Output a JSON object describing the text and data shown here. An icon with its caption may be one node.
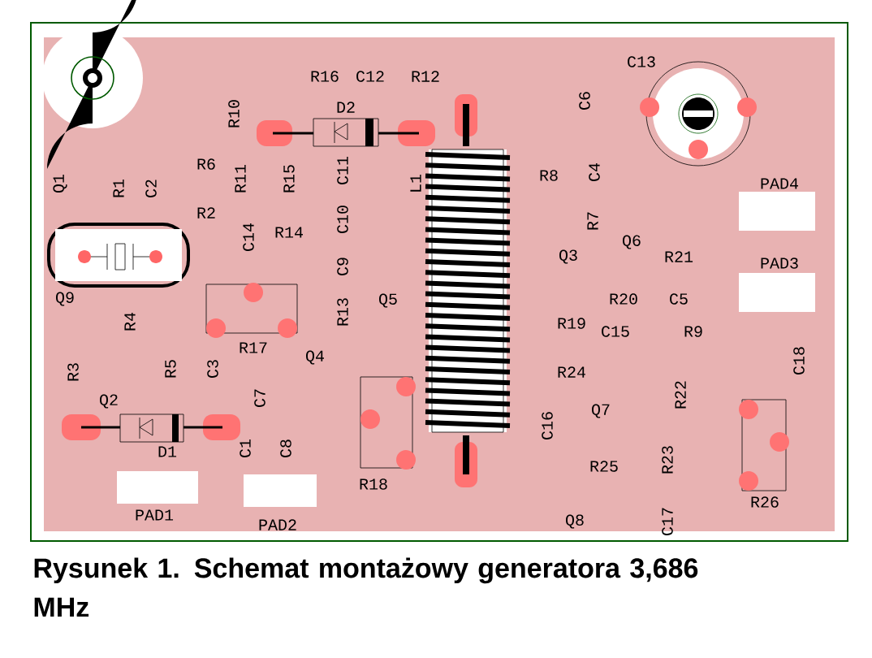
{
  "diagram": {
    "caption": "Rysunek 1. Schemat montażowy generatora 3,686 MHz",
    "labels": [
      "C13",
      "R16",
      "C12",
      "R12",
      "D2",
      "R10",
      "C6",
      "L1",
      "R6",
      "R8",
      "C4",
      "PAD4",
      "Q1",
      "R1",
      "C2",
      "R11",
      "R15",
      "C11",
      "R2",
      "R7",
      "C10",
      "C14",
      "R14",
      "Q3",
      "Q6",
      "R21",
      "PAD3",
      "C9",
      "R13",
      "Q9",
      "R4",
      "Q5",
      "R20",
      "C5",
      "R17",
      "R19",
      "C15",
      "R9",
      "C18",
      "R3",
      "R5",
      "C3",
      "Q4",
      "C7",
      "R24",
      "R22",
      "Q2",
      "Q7",
      "D1",
      "C1",
      "C8",
      "C16",
      "R18",
      "R25",
      "R23",
      "R26",
      "PAD1",
      "PAD2",
      "Q8",
      "C17"
    ]
  }
}
